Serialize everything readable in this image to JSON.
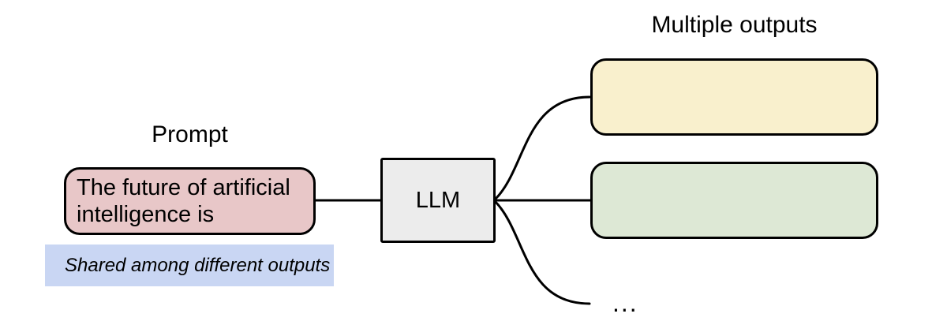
{
  "canvas": {
    "background": "#ffffff",
    "stroke_color": "#000000",
    "text_color": "#000000"
  },
  "prompt": {
    "title": "Prompt",
    "box": {
      "text": "The future of artificial intelligence is",
      "fill": "#e8c7c8"
    },
    "note": {
      "text": "Shared among different outputs",
      "fill": "#c9d6f3"
    }
  },
  "llm": {
    "label": "LLM",
    "fill": "#ececec"
  },
  "outputs": {
    "title": "Multiple outputs",
    "boxes": [
      {
        "id": "output-1",
        "fill": "#f9f0cd"
      },
      {
        "id": "output-2",
        "fill": "#dde8d5"
      }
    ],
    "ellipsis": "..."
  }
}
